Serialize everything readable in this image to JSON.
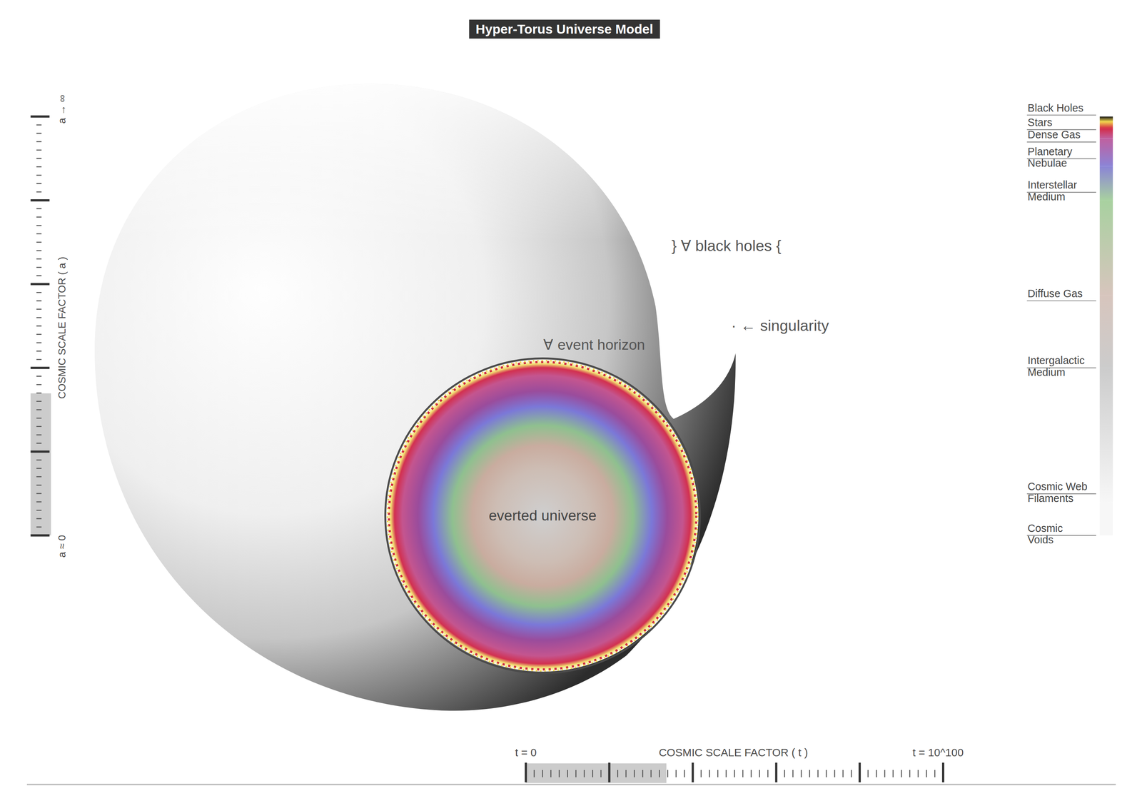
{
  "diagram": {
    "title": "Hyper-Torus Universe Model",
    "nodes": [
      {
        "text": [
          "everted universe"
        ]
      }
    ],
    "labels": [
      "} ∀ black holes {",
      "∀ event horizon",
      "· ← singularity",
      "a → ∞",
      "COSMIC SCALE FACTOR ( a )",
      "a ≈ 0",
      "t = 0",
      "COSMIC SCALE FACTOR ( t )",
      "t = 10^100"
    ],
    "legend": [
      {
        "text": "Black Holes",
        "color": "#1a1a1a"
      },
      {
        "text": "Stars",
        "color": "#f2d64b"
      },
      {
        "text": "Dense Gas",
        "color": "#d42a45"
      },
      {
        "text": "Planetary Nebulae",
        "color": "#c0609f"
      },
      {
        "text": "Interstellar Medium",
        "color": "#8b84d6"
      },
      {
        "text": "Diffuse Gas",
        "color": "#a8d1a0"
      },
      {
        "text": "Intergalactic Medium",
        "color": "#d7c5bd"
      },
      {
        "text": "Cosmic Web Filaments",
        "color": "#cccccc"
      },
      {
        "text": "Cosmic Voids",
        "color": "#f7f7f7"
      }
    ]
  }
}
